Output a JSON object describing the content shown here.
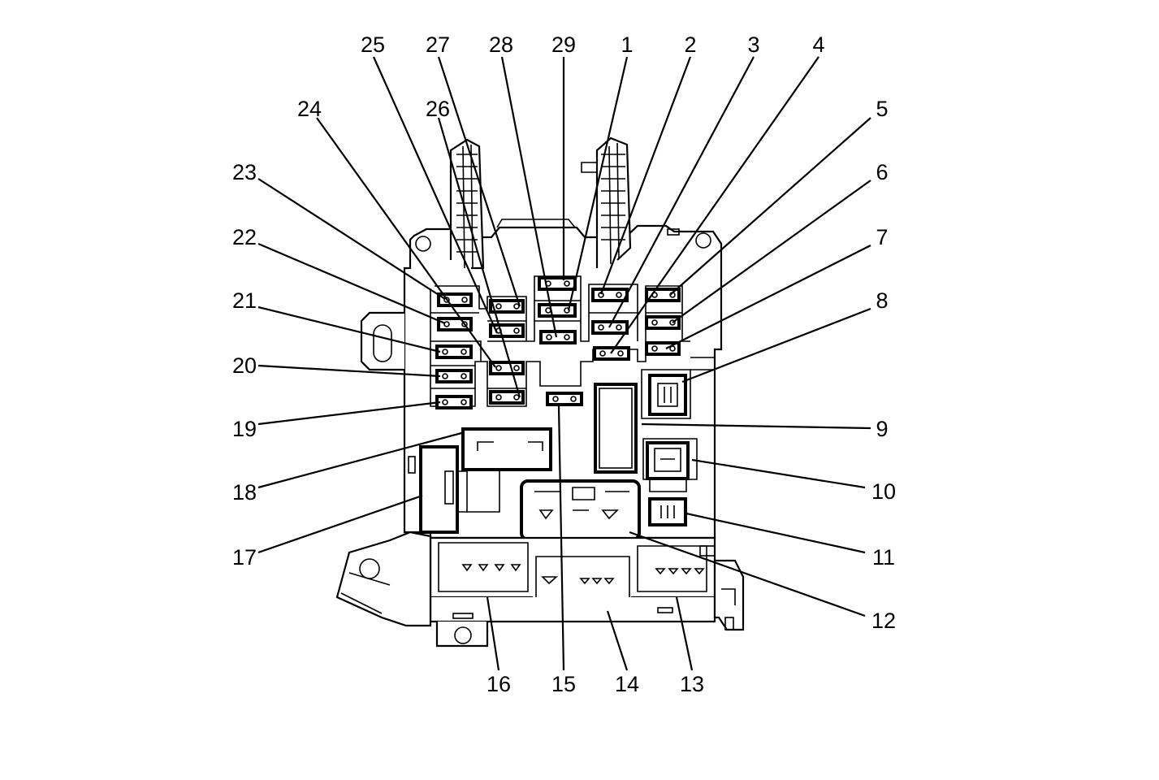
{
  "diagram": {
    "labels": [
      "1",
      "2",
      "3",
      "4",
      "5",
      "6",
      "7",
      "8",
      "9",
      "10",
      "11",
      "12",
      "13",
      "14",
      "15",
      "16",
      "17",
      "18",
      "19",
      "20",
      "21",
      "22",
      "23",
      "24",
      "25",
      "26",
      "27",
      "28",
      "29"
    ]
  }
}
